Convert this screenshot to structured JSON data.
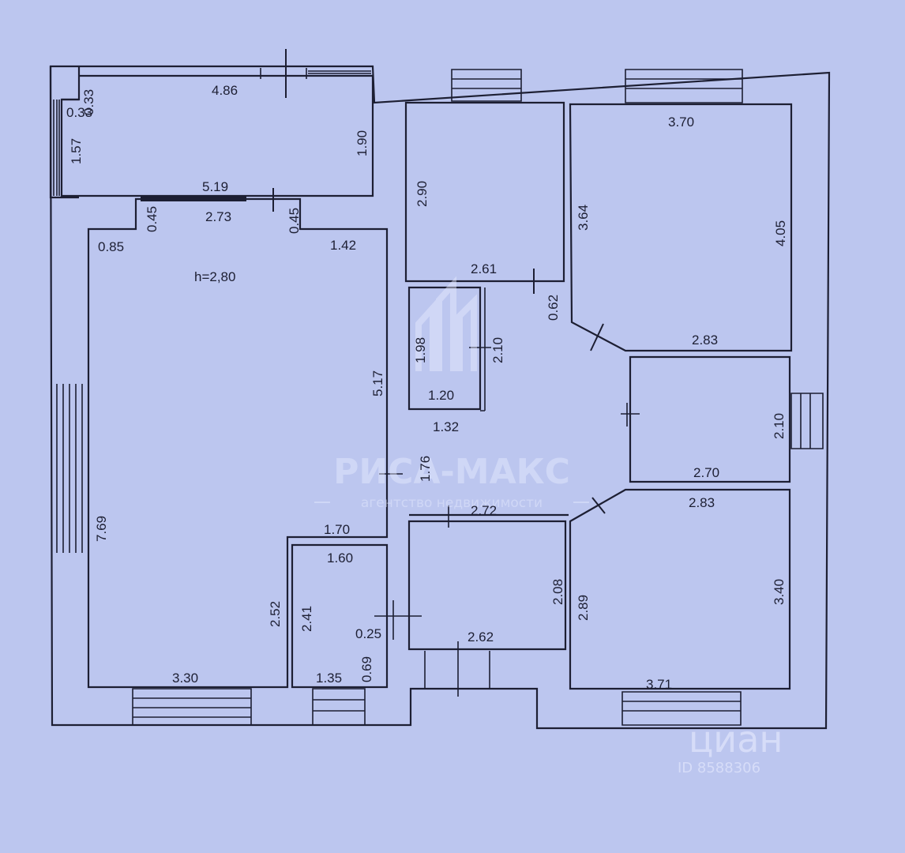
{
  "ceiling_height": "h=2,80",
  "dimensions": {
    "balc_033a": "0.33",
    "balc_033b": "0.33",
    "balc_486": "4.86",
    "balc_157": "1.57",
    "balc_190": "1.90",
    "balc_519": "5.19",
    "main_045a": "0.45",
    "main_273": "2.73",
    "main_045b": "0.45",
    "main_085": "0.85",
    "main_142": "1.42",
    "main_517": "5.17",
    "main_769": "7.69",
    "main_330": "3.30",
    "bath_170": "1.70",
    "bath_160": "1.60",
    "bath_252": "2.52",
    "bath_241": "2.41",
    "bath_025": "0.25",
    "bath_069": "0.69",
    "bath_135": "1.35",
    "r1_290": "2.90",
    "r1_261": "2.61",
    "r2_370": "3.70",
    "r2_364": "3.64",
    "r2_405": "4.05",
    "r2_283": "2.83",
    "hall_062": "0.62",
    "hall_198": "1.98",
    "hall_210": "2.10",
    "hall_120": "1.20",
    "hall_132": "1.32",
    "hall_176": "1.76",
    "hall_272": "2.72",
    "r3_210": "2.10",
    "r3_270": "2.70",
    "r4_283": "2.83",
    "r4_340": "3.40",
    "r4_289": "2.89",
    "r4_371": "3.71",
    "r5_208": "2.08",
    "r5_262": "2.62"
  },
  "watermarks": {
    "agency_name": "РИСА-МАКС",
    "agency_tagline": "агентство недвижимости",
    "cian_logo": "циан",
    "cian_id": "ID 8588306"
  },
  "colors": {
    "paper": "#bcc6ef",
    "ink": "#1d1f33",
    "watermark": "#e8ecff"
  }
}
